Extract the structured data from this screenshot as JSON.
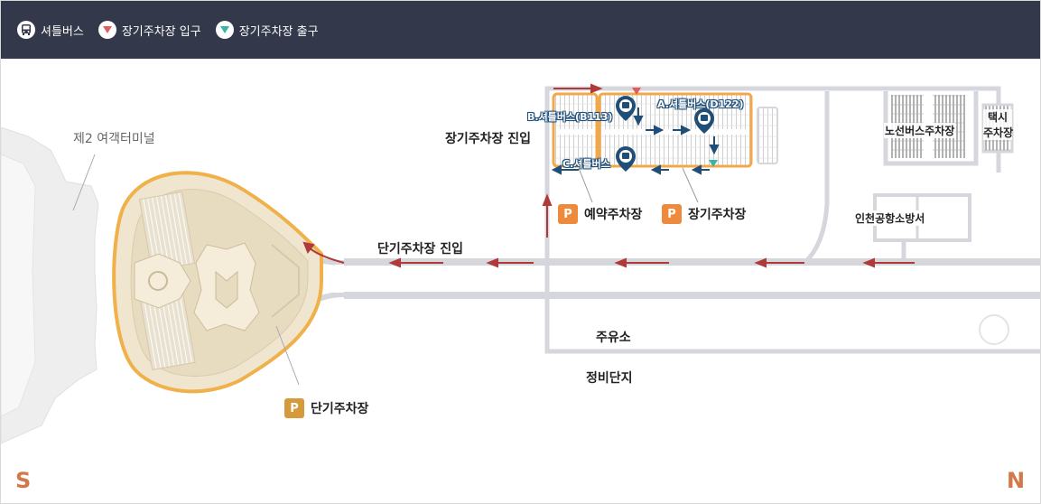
{
  "legend": {
    "items": [
      {
        "label": "셔틀버스",
        "icon": "bus-icon",
        "color": "#33384a"
      },
      {
        "label": "장기주차장 입구",
        "icon": "entrance-triangle-icon",
        "color": "#e35b5b"
      },
      {
        "label": "장기주차장 출구",
        "icon": "exit-triangle-icon",
        "color": "#3ab5a5"
      }
    ]
  },
  "map": {
    "terminal_label": "제2 여객터미널",
    "short_term_entry": "단기주차장 진입",
    "long_term_entry": "장기주차장 진입",
    "shuttle_a": "A.셔틀버스(D122)",
    "shuttle_b": "B.셔틀버스(B113)",
    "shuttle_c": "C.셔틀버스",
    "reserved_parking": "예약주차장",
    "long_term_parking": "장기주차장",
    "short_term_parking": "단기주차장",
    "parking_symbol": "P",
    "bus_parking": "노선버스주차장",
    "taxi_parking_line1": "택시",
    "taxi_parking_line2": "주차장",
    "fire_station": "인천공항소방서",
    "gas_station": "주유소",
    "maintenance": "정비단지",
    "south": "S",
    "north": "N"
  },
  "colors": {
    "header_bg": "#33384a",
    "parking_orange": "#ef8a3c",
    "arrow_red": "#b03a3a",
    "shuttle_blue": "#1f4e79",
    "road_gray": "#d5d7dc"
  }
}
